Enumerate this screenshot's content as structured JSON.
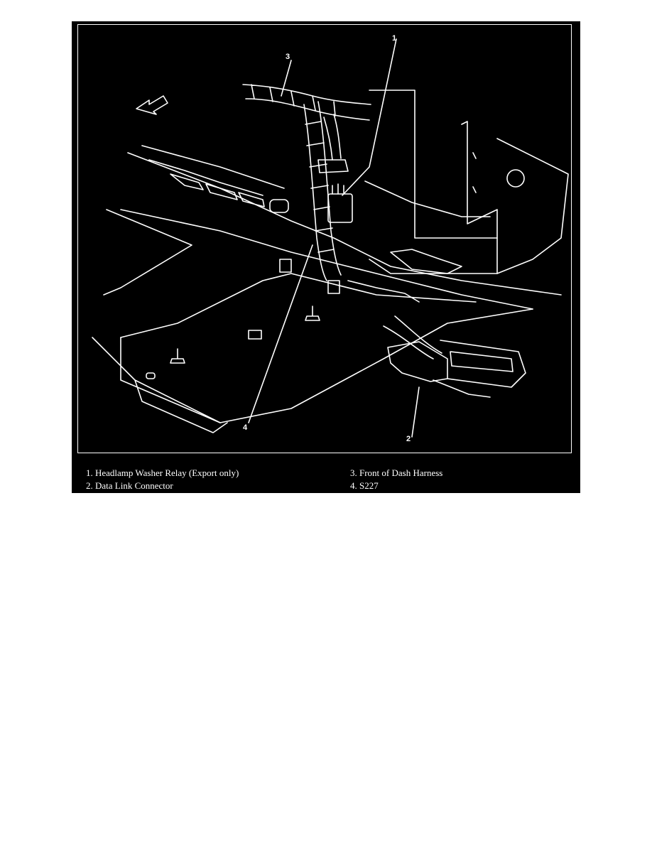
{
  "figure": {
    "callouts": [
      "1",
      "2",
      "3",
      "4"
    ],
    "legend": [
      {
        "number": "1.",
        "text": "Headlamp Washer Relay (Export only)"
      },
      {
        "number": "2.",
        "text": "Data Link Connector"
      },
      {
        "number": "3.",
        "text": "Front of Dash Harness"
      },
      {
        "number": "4.",
        "text": "S227"
      }
    ]
  },
  "colors": {
    "background": "#000000",
    "line": "#ffffff"
  }
}
